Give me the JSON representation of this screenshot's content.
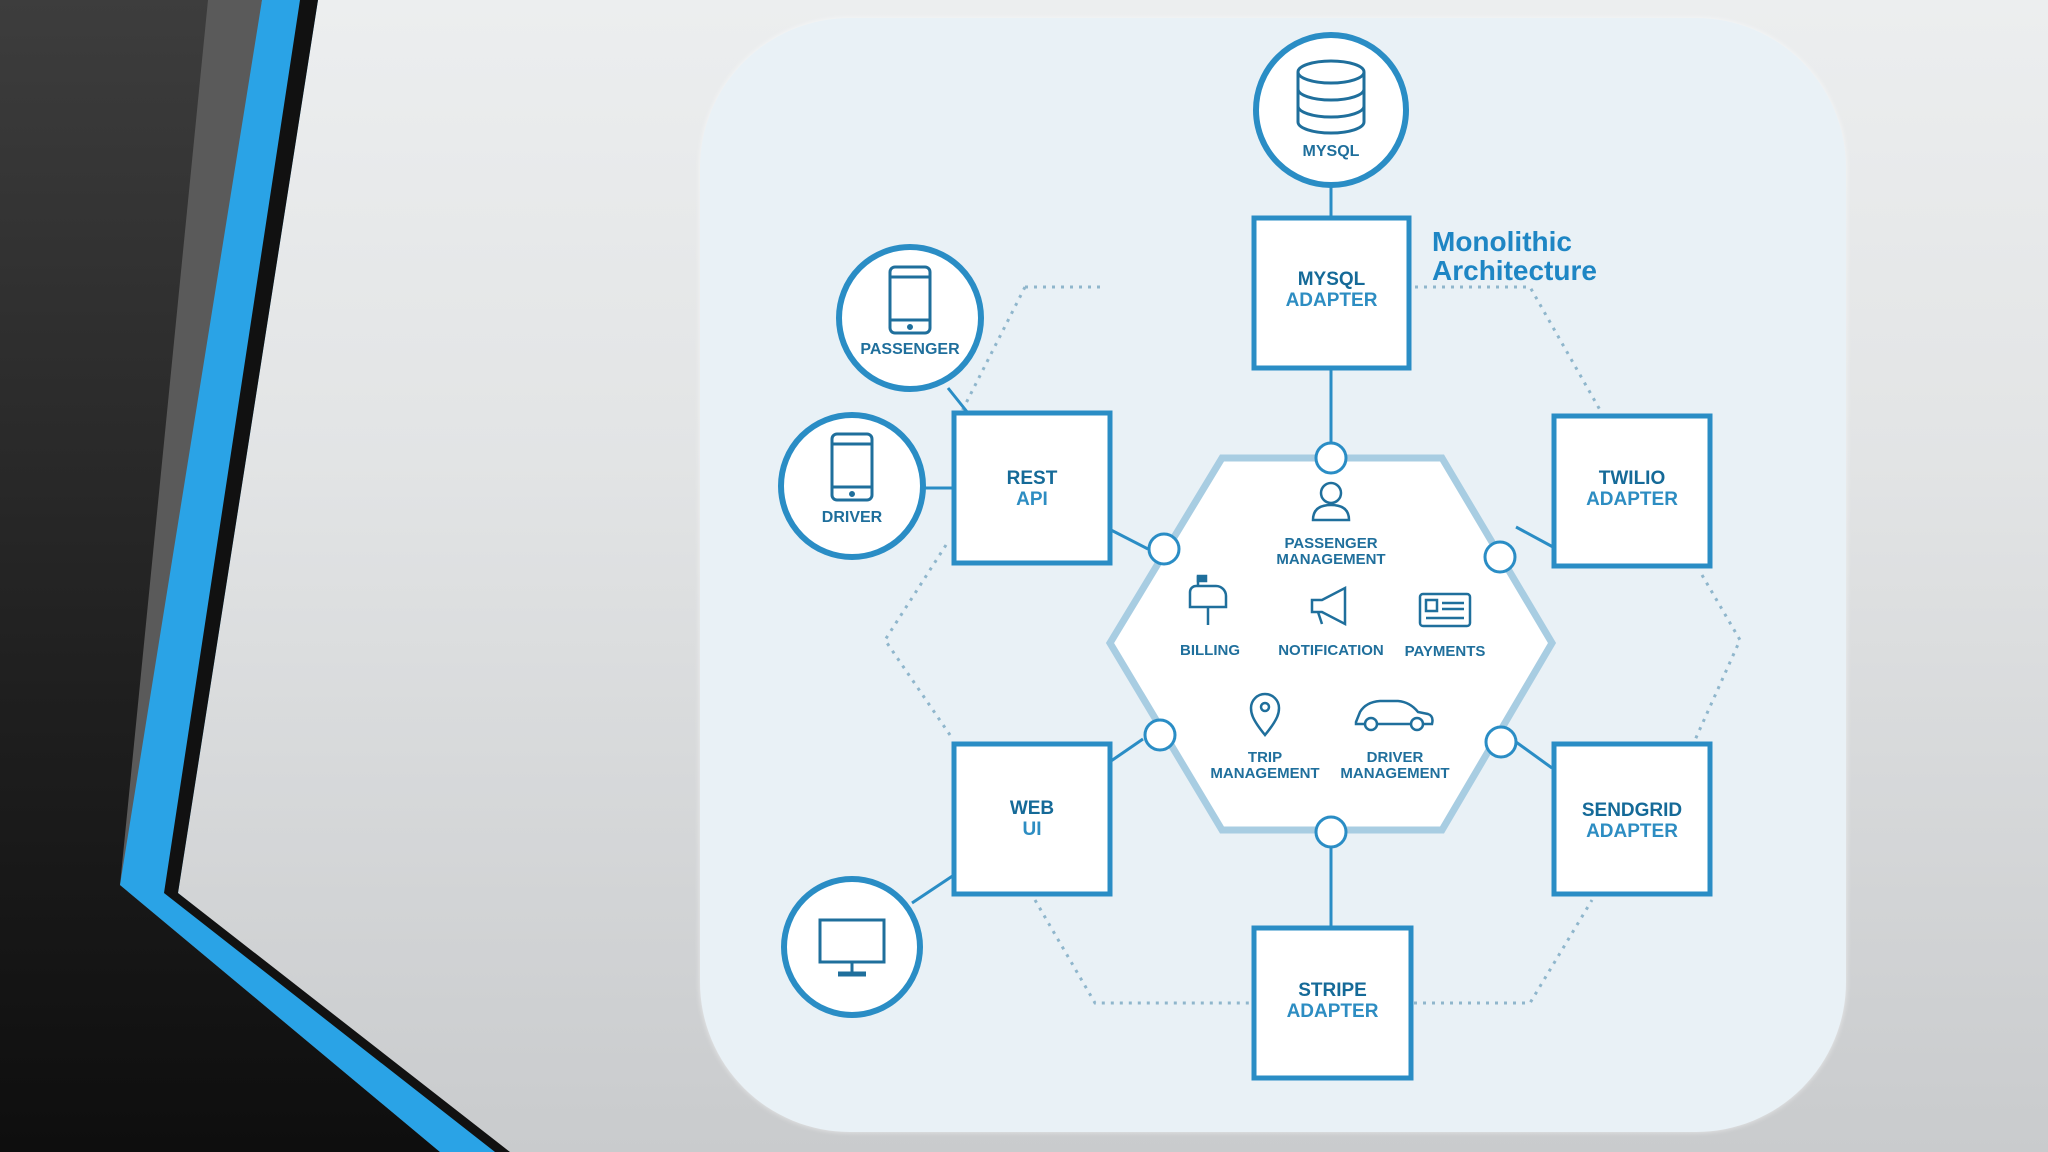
{
  "diagram": {
    "title_line1": "Monolithic",
    "title_line2": "Architecture",
    "mysql_db_label": "MYSQL",
    "mysql_adapter": {
      "line1": "MYSQL",
      "line2": "ADAPTER"
    },
    "rest_api": {
      "line1": "REST",
      "line2": "API"
    },
    "twilio_adapter": {
      "line1": "TWILIO",
      "line2": "ADAPTER"
    },
    "web_ui": {
      "line1": "WEB",
      "line2": "UI"
    },
    "sendgrid_adapter": {
      "line1": "SENDGRID",
      "line2": "ADAPTER"
    },
    "stripe_adapter": {
      "line1": "STRIPE",
      "line2": "ADAPTER"
    },
    "passenger_label": "PASSENGER",
    "driver_label": "DRIVER",
    "modules": {
      "passenger_management": {
        "line1": "PASSENGER",
        "line2": "MANAGEMENT"
      },
      "billing": "BILLING",
      "notification": "NOTIFICATION",
      "payments": "PAYMENTS",
      "trip_management": {
        "line1": "TRIP",
        "line2": "MANAGEMENT"
      },
      "driver_management": {
        "line1": "DRIVER",
        "line2": "MANAGEMENT"
      }
    },
    "colors": {
      "primary": "#2a8dc5",
      "dark": "#156a98",
      "card": "#e9f1f6",
      "accent_blue": "#2aa3e6",
      "slide_dark": "#2b2b2b"
    }
  }
}
